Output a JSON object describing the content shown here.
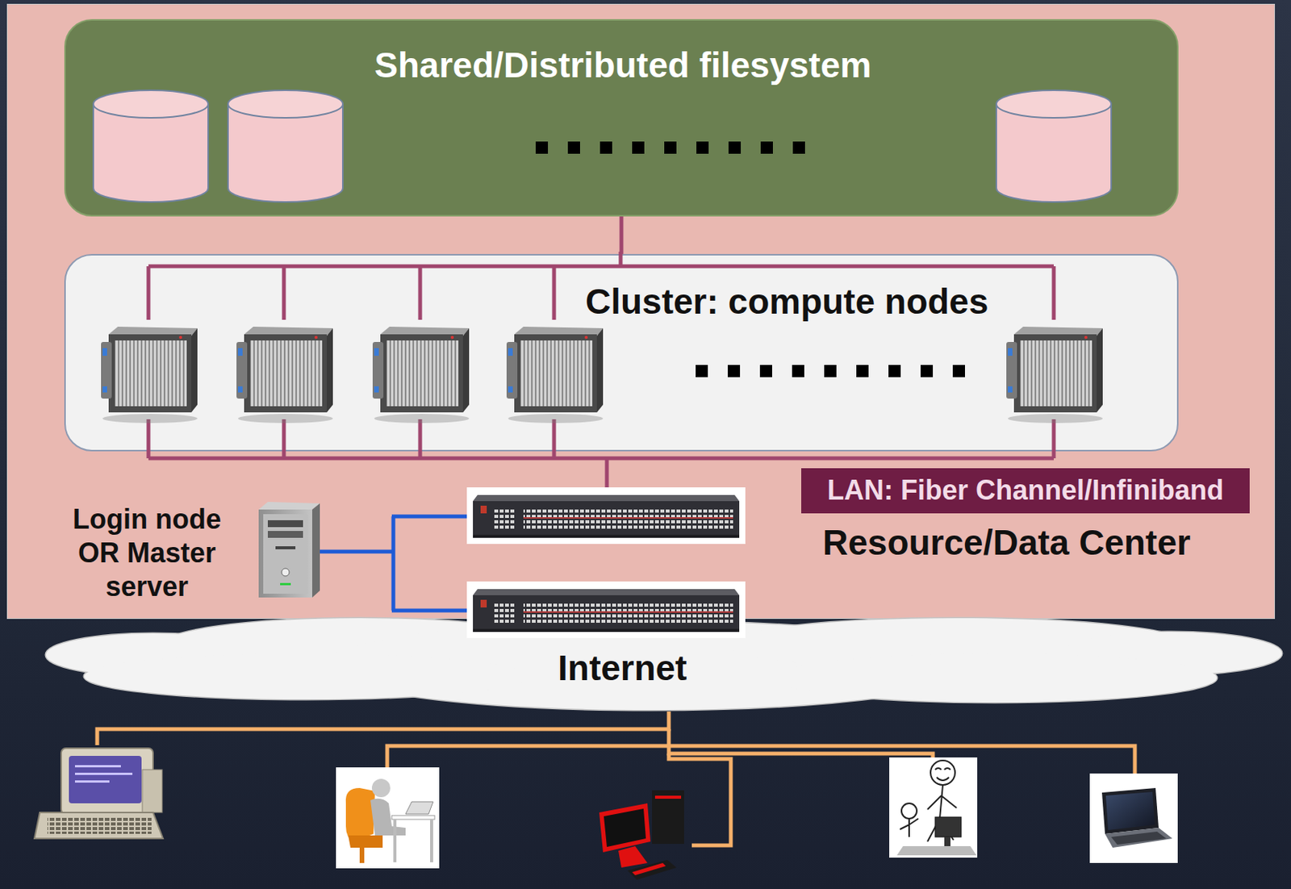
{
  "diagram": {
    "nodes": [
      {
        "text": [
          "Resource/Data Center"
        ]
      },
      {
        "text": [
          "Shared/Distributed filesystem"
        ],
        "in": 0
      },
      {
        "text": [
          "Cluster: compute nodes"
        ],
        "in": 0
      },
      {
        "text": [
          "LAN: Fiber Channel/Infiniband"
        ],
        "in": 0
      },
      {
        "text": [
          "Internet"
        ]
      }
    ],
    "edges": [
      {
        "from": 1,
        "to": 2,
        "arrow": "none"
      }
    ],
    "labels": [
      "Login node OR Master server"
    ]
  }
}
